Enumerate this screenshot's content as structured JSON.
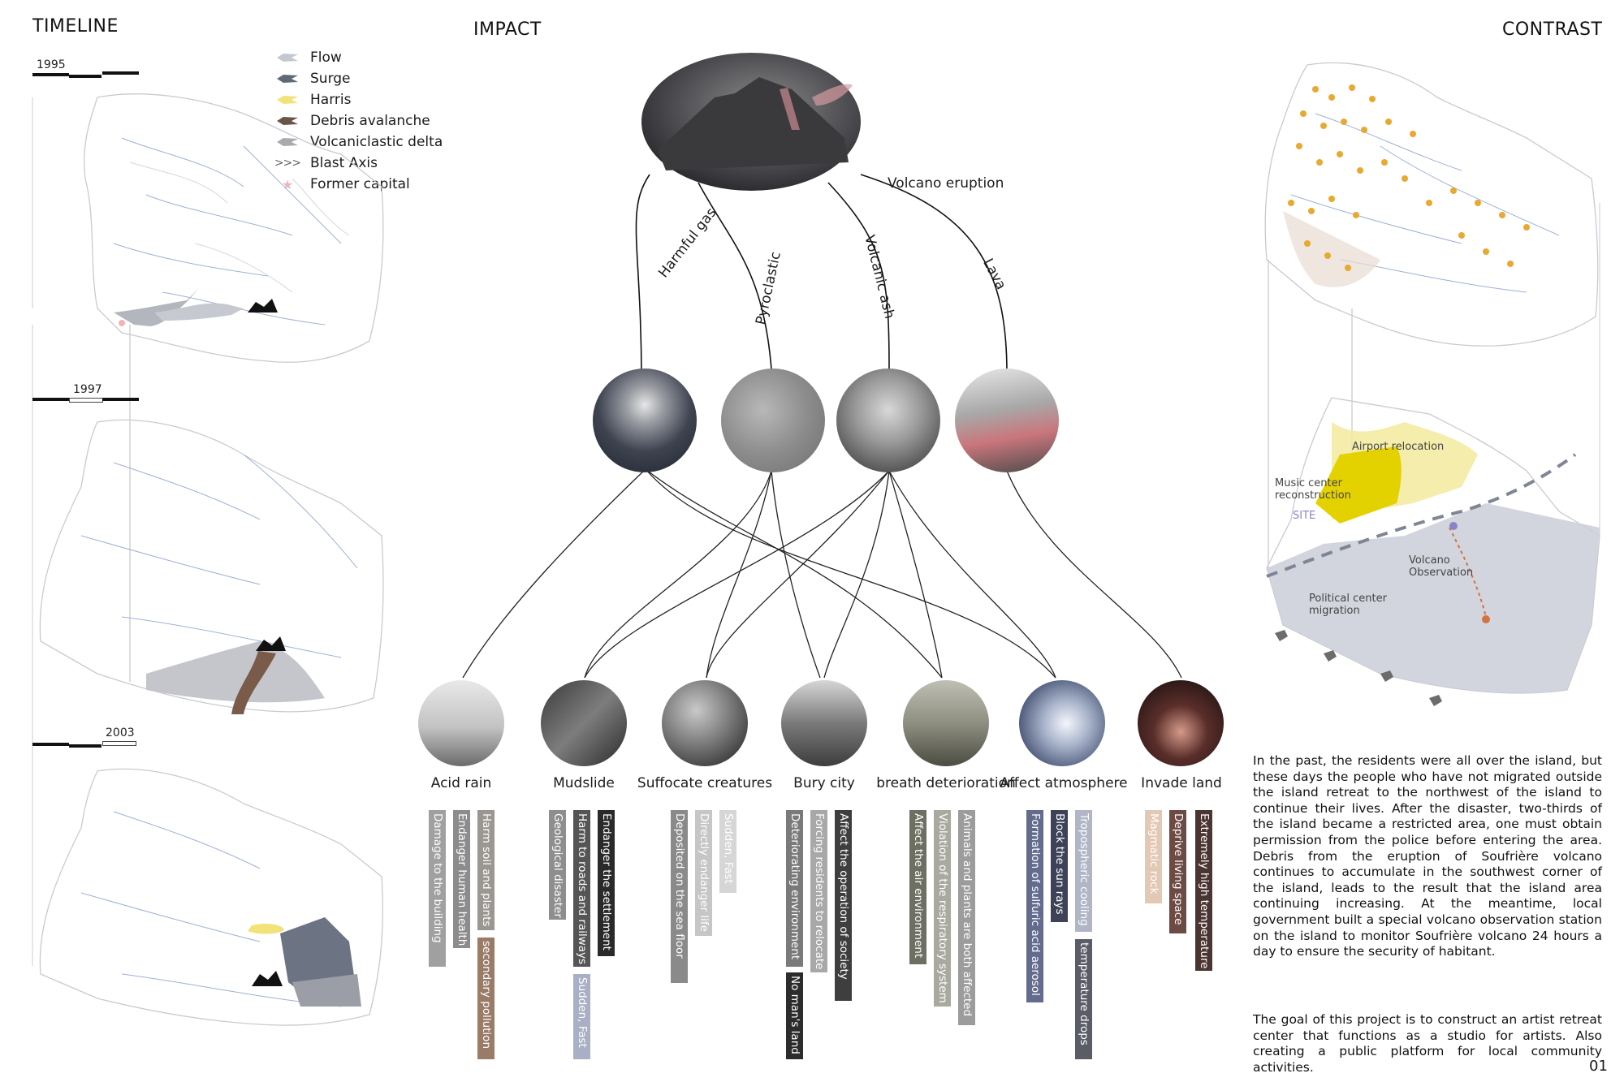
{
  "headings": {
    "timeline": "TIMELINE",
    "impact": "IMPACT",
    "contrast": "CONTRAST"
  },
  "page_number": "01",
  "legend": [
    {
      "label": "Flow",
      "icon": "flow-arrow-icon",
      "color": "#c4c9d1"
    },
    {
      "label": "Surge",
      "icon": "surge-arrow-icon",
      "color": "#5f6978"
    },
    {
      "label": "Harris",
      "icon": "harris-arrow-icon",
      "color": "#f2e27a"
    },
    {
      "label": "Debris avalanche",
      "icon": "debris-arrow-icon",
      "color": "#6b5548"
    },
    {
      "label": "Volcaniclastic delta",
      "icon": "delta-arrow-icon",
      "color": "#a9aaad"
    },
    {
      "label": "Blast Axis",
      "icon": "chevrons-icon",
      "color": "#666666"
    },
    {
      "label": "Former capital",
      "icon": "star-icon",
      "color": "#efb5b5"
    }
  ],
  "years": [
    "1995",
    "1997",
    "2003"
  ],
  "source": {
    "label": "Volcano eruption"
  },
  "branches": [
    "Harmful gas",
    "Pyroclastic",
    "Volcanic ash",
    "Lava"
  ],
  "impacts": [
    {
      "label": "Acid rain",
      "tags": [
        {
          "text": "Damage to the building",
          "color": "#a0a0a0"
        },
        {
          "text": "Endanger human health",
          "color": "#8c8c8c"
        },
        {
          "text": "Harm soil and plants",
          "color": "#9a9792"
        },
        {
          "text": "secondary pollution",
          "color": "#9a7b68"
        }
      ]
    },
    {
      "label": "Mudslide",
      "tags": [
        {
          "text": "Geological disaster",
          "color": "#8e8e8e"
        },
        {
          "text": "Harm to roads and railways",
          "color": "#555555"
        },
        {
          "text": "Sudden, Fast",
          "color": "#a9afc4"
        },
        {
          "text": "Endanger the settlement",
          "color": "#2a2a2a"
        }
      ]
    },
    {
      "label": "Suffocate creatures",
      "tags": [
        {
          "text": "Deposited on the sea floor",
          "color": "#8a8a8a"
        },
        {
          "text": "Directly endanger life",
          "color": "#c6c6c6"
        },
        {
          "text": "Sudden, Fast",
          "color": "#d6d6d6"
        }
      ]
    },
    {
      "label": "Bury city",
      "tags": [
        {
          "text": "Deteriorating environment",
          "color": "#7a7a7a"
        },
        {
          "text": "No man's land",
          "color": "#2c2c2c"
        },
        {
          "text": "Forcing residents to relocate",
          "color": "#a8a8a8"
        },
        {
          "text": "Affect the operation of society",
          "color": "#3e3e3e"
        }
      ]
    },
    {
      "label": "breath deterioration",
      "tags": [
        {
          "text": "Affect the air environment",
          "color": "#6d6f62"
        },
        {
          "text": "Violation of the respiratory system",
          "color": "#a9a9a0"
        },
        {
          "text": "Animals and plants are both affected",
          "color": "#9c9c9c"
        }
      ]
    },
    {
      "label": "Affect atmosphere",
      "tags": [
        {
          "text": "Formation of sulfuric acid aerosol",
          "color": "#636c8c"
        },
        {
          "text": "Block the sun rays",
          "color": "#3e4258"
        },
        {
          "text": "Tropospheric cooling",
          "color": "#b1b6c7"
        },
        {
          "text": "temperature drops",
          "color": "#5a5d66"
        }
      ]
    },
    {
      "label": "Invade land",
      "tags": [
        {
          "text": "Magmatic rock",
          "color": "#e3c8b4"
        },
        {
          "text": "Deprive living space",
          "color": "#6d4a44"
        },
        {
          "text": "Extremely high temperature",
          "color": "#4a3533"
        }
      ]
    }
  ],
  "map_labels": {
    "airport": "Airport relocation",
    "music": "Music center\nreconstruction",
    "site": "SITE",
    "volcano_obs": "Volcano\nObservation",
    "political": "Political center\nmigration"
  },
  "paragraph1": "In the past, the residents were all over the island, but these days the people who have not migrated outside the island retreat to the northwest of the island to continue their lives. After the disaster, two-thirds of the island became a restricted area, one must obtain permission from the police before entering the area. Debris from the eruption of Soufrière volcano continues to accumulate in the southwest corner of the island, leads to the result that the island area continuing increasing. At the meantime, local government built a special volcano observation station on the island to monitor Soufrière volcano 24 hours a day to ensure the security of habitant.",
  "paragraph2": "The goal of this project is to construct an artist retreat center that functions as a studio for artists. Also creating a public platform for local community activities."
}
